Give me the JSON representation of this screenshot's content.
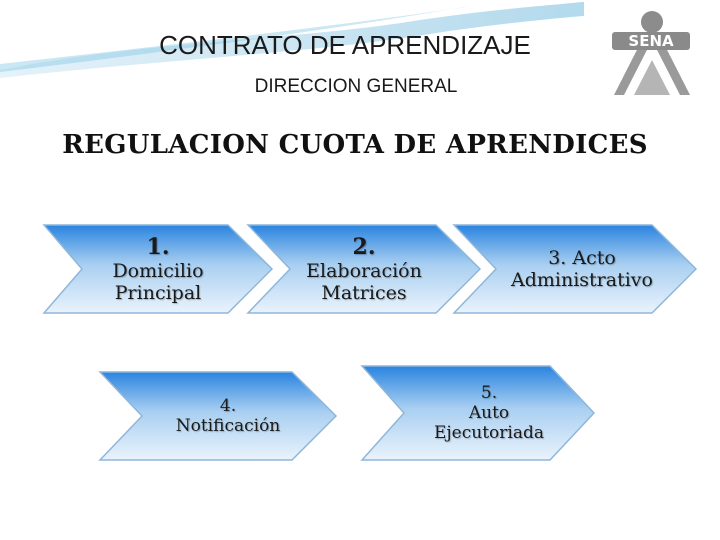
{
  "header": {
    "title": "CONTRATO DE APRENDIZAJE",
    "subtitle": "DIRECCION GENERAL",
    "logo_text": "SENA"
  },
  "heading": "REGULACION CUOTA DE APRENDICES",
  "steps": [
    {
      "number": "1.",
      "label_line1": "Domicilio",
      "label_line2": "Principal"
    },
    {
      "number": "2.",
      "label_line1": "Elaboración",
      "label_line2": "Matrices"
    },
    {
      "label_line1": "3. Acto",
      "label_line2": "Administrativo"
    },
    {
      "number": "4.",
      "label_line1": "Notificación"
    },
    {
      "number": "5.",
      "label_line1": "Auto",
      "label_line2": "Ejecutoriada"
    }
  ],
  "colors": {
    "chevron_top": "#2a84e0",
    "chevron_bottom": "#e6f1fb",
    "chevron_border": "#8fb6d9",
    "swoosh": "#5fb0d8",
    "logo_green": "#9a9a9a"
  }
}
